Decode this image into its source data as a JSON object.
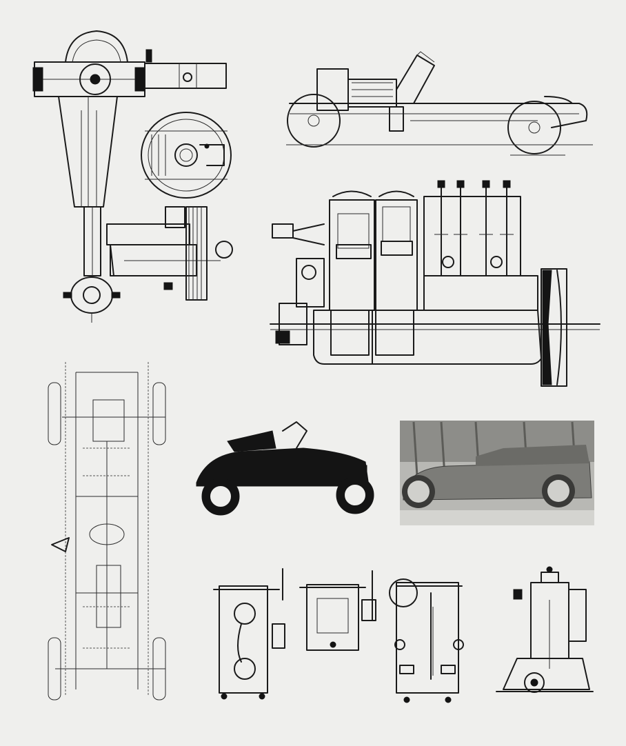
{
  "plate": {
    "background": "#efefed",
    "ink": "#1a1a1a",
    "figures": [
      "rear-axle-differential-section",
      "wheel-hub-face-view",
      "chassis-side-elevation",
      "engine-longitudinal-section",
      "chassis-plan-view",
      "roadster-photograph",
      "touring-car-photograph",
      "gearbox-sections",
      "engine-transverse-section"
    ]
  }
}
